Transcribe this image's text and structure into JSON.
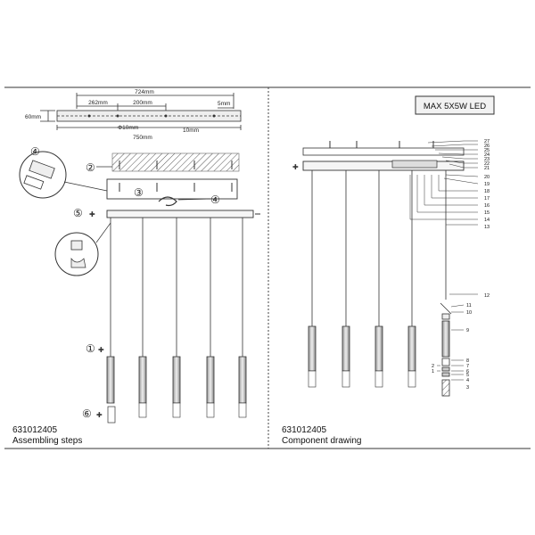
{
  "left_panel": {
    "model_code": "631012405",
    "title": "Assembling steps",
    "dimensions": {
      "total_inner": "724mm",
      "offset_left": "262mm",
      "spacing": "200mm",
      "height": "60mm",
      "end_margin": "5mm",
      "hole": "Φ10mm",
      "end_offset": "10mm",
      "total_outer": "750mm"
    },
    "steps": [
      "①",
      "②",
      "③",
      "④",
      "⑤",
      "⑥"
    ],
    "step_order_callouts": [
      "④",
      "②",
      "③",
      "④",
      "⑤",
      "①",
      "⑥"
    ]
  },
  "right_panel": {
    "model_code": "631012405",
    "title": "Component drawing",
    "power_label": "MAX 5X5W LED",
    "part_numbers_top": [
      "27",
      "26",
      "25",
      "24",
      "23",
      "22",
      "21",
      "20",
      "19",
      "18",
      "17",
      "16",
      "15",
      "14",
      "13"
    ],
    "part_numbers_bottom": [
      "12",
      "11",
      "10",
      "9",
      "8",
      "7",
      "6",
      "5",
      "4",
      "3",
      "2",
      "1"
    ]
  },
  "colors": {
    "line": "#333333",
    "fill_light": "#eeeeee",
    "hatch": "#555555",
    "label_box": "#f2f2f2"
  }
}
